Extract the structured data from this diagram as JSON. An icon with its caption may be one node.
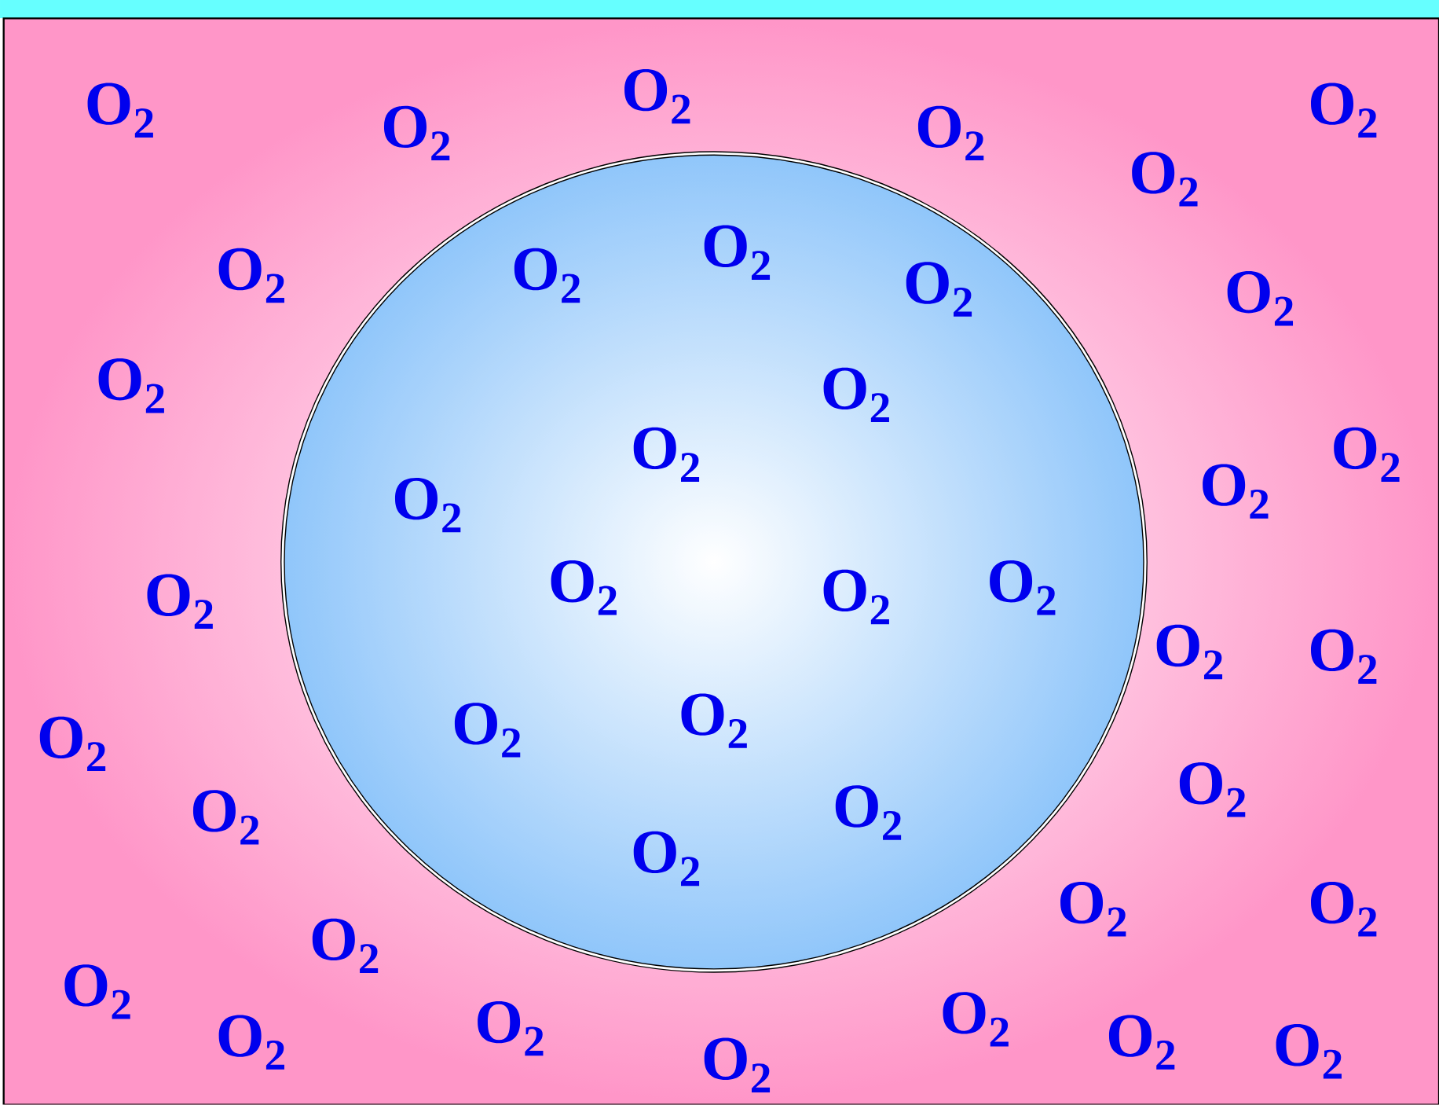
{
  "diagram": {
    "labels": [
      "O$_{2}$",
      "O$_{2}$",
      "O$_{2}$",
      "O$_{2}$",
      "O$_{2}$",
      "O$_{2}$",
      "O$_{2}$",
      "O$_{2}$",
      "O$_{2}$",
      "O$_{2}$",
      "O$_{2}$",
      "O$_{2}$",
      "O$_{2}$",
      "O$_{2}$",
      "O$_{2}$",
      "O$_{2}$",
      "O$_{2}$",
      "O$_{2}$",
      "O$_{2}$",
      "O$_{2}$",
      "O$_{2}$",
      "O$_{2}$",
      "O$_{2}$",
      "O$_{2}$",
      "O$_{2}$",
      "O$_{2}$",
      "O$_{2}$",
      "O$_{2}$",
      "O$_{2}$",
      "O$_{2}$",
      "O$_{2}$",
      "O$_{2}$",
      "O$_{2}$",
      "O$_{2}$",
      "O$_{2}$",
      "O$_{2}$",
      "O$_{2}$",
      "O$_{2}$",
      "O$_{2}$",
      "O$_{2}$"
    ]
  }
}
